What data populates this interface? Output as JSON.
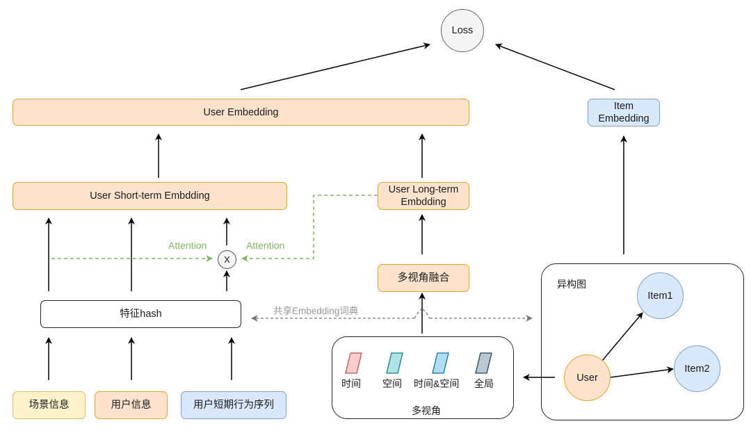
{
  "loss": {
    "label": "Loss"
  },
  "user_embedding": {
    "label": "User Embedding"
  },
  "item_embedding": {
    "label_line1": "Item",
    "label_line2": "Embedding"
  },
  "short_term": {
    "label": "User Short-term Embdding"
  },
  "long_term": {
    "label_line1": "User Long-term",
    "label_line2": "Embdding"
  },
  "fusion": {
    "label": "多视角融合"
  },
  "feature_hash": {
    "label": "特征hash"
  },
  "multiply": {
    "label": "X"
  },
  "attention_left": {
    "label": "Attention"
  },
  "attention_right": {
    "label": "Attention"
  },
  "shared_dict": {
    "label": "共享Embedding词典"
  },
  "inputs": [
    {
      "label": "场景信息"
    },
    {
      "label": "用户信息"
    },
    {
      "label": "用户短期行为序列"
    }
  ],
  "multi_view": {
    "title": "多视角",
    "views": [
      {
        "label": "时间",
        "fill": "#f8cecc",
        "stroke": "#b85450"
      },
      {
        "label": "空间",
        "fill": "#b0e3e6",
        "stroke": "#0e8088"
      },
      {
        "label": "时间&空间",
        "fill": "#b1ddf0",
        "stroke": "#10739e"
      },
      {
        "label": "全局",
        "fill": "#bac8d3",
        "stroke": "#23445d"
      }
    ]
  },
  "hetero_graph": {
    "title": "异构图",
    "nodes": {
      "user": "User",
      "item1": "Item1",
      "item2": "Item2"
    }
  },
  "colors": {
    "orange_fill": "#fde3cd",
    "orange_stroke": "#e3a52c",
    "blue_fill": "#dae8fc",
    "blue_stroke": "#7e9fd0",
    "attention_green": "#82b366",
    "shared_grey": "#777777"
  }
}
